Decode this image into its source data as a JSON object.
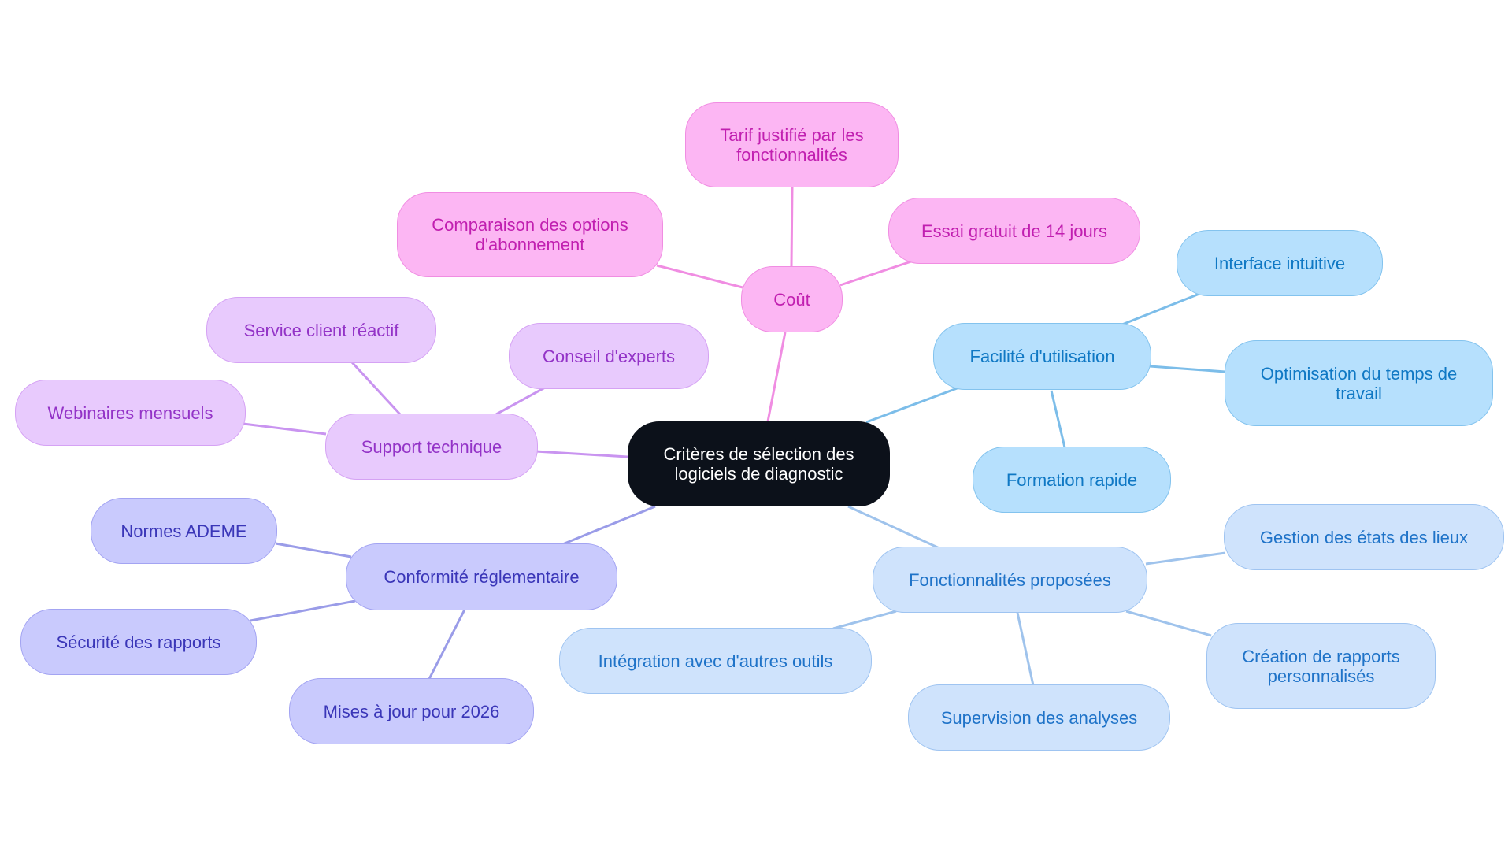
{
  "mindmap": {
    "root": {
      "label": "Critères de sélection des logiciels de diagnostic"
    },
    "colors": {
      "root": "#0c111a",
      "cout": "#f08de2",
      "support": "#c994f0",
      "conformite": "#9a9ce8",
      "facilite": "#7cbde9",
      "fonctionnalites": "#9fc3ec"
    },
    "branches": {
      "cout": {
        "label": "Coût",
        "children": [
          "Tarif justifié par les fonctionnalités",
          "Comparaison des options d'abonnement",
          "Essai gratuit de 14 jours"
        ]
      },
      "support": {
        "label": "Support technique",
        "children": [
          "Service client réactif",
          "Conseil d'experts",
          "Webinaires mensuels"
        ]
      },
      "conformite": {
        "label": "Conformité réglementaire",
        "children": [
          "Normes ADEME",
          "Sécurité des rapports",
          "Mises à jour pour 2026"
        ]
      },
      "facilite": {
        "label": "Facilité d'utilisation",
        "children": [
          "Interface intuitive",
          "Optimisation du temps de travail",
          "Formation rapide"
        ]
      },
      "fonctionnalites": {
        "label": "Fonctionnalités proposées",
        "children": [
          "Gestion des états des lieux",
          "Création de rapports personnalisés",
          "Supervision des analyses",
          "Intégration avec d'autres outils"
        ]
      }
    }
  }
}
